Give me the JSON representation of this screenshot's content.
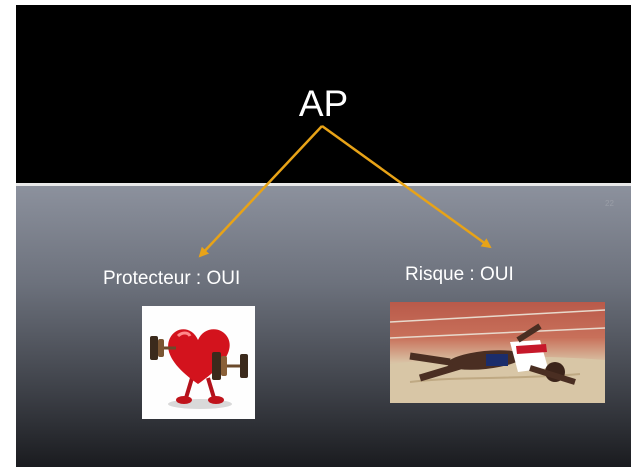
{
  "title": "AP",
  "left_label": "Protecteur  : OUI",
  "right_label": "Risque : OUI",
  "page_number": "22",
  "colors": {
    "arrow": "#e8a317",
    "top_background": "#000000"
  },
  "images": {
    "left": "heart-lifting-dumbbells",
    "right": "athlete-landing-in-sand"
  }
}
